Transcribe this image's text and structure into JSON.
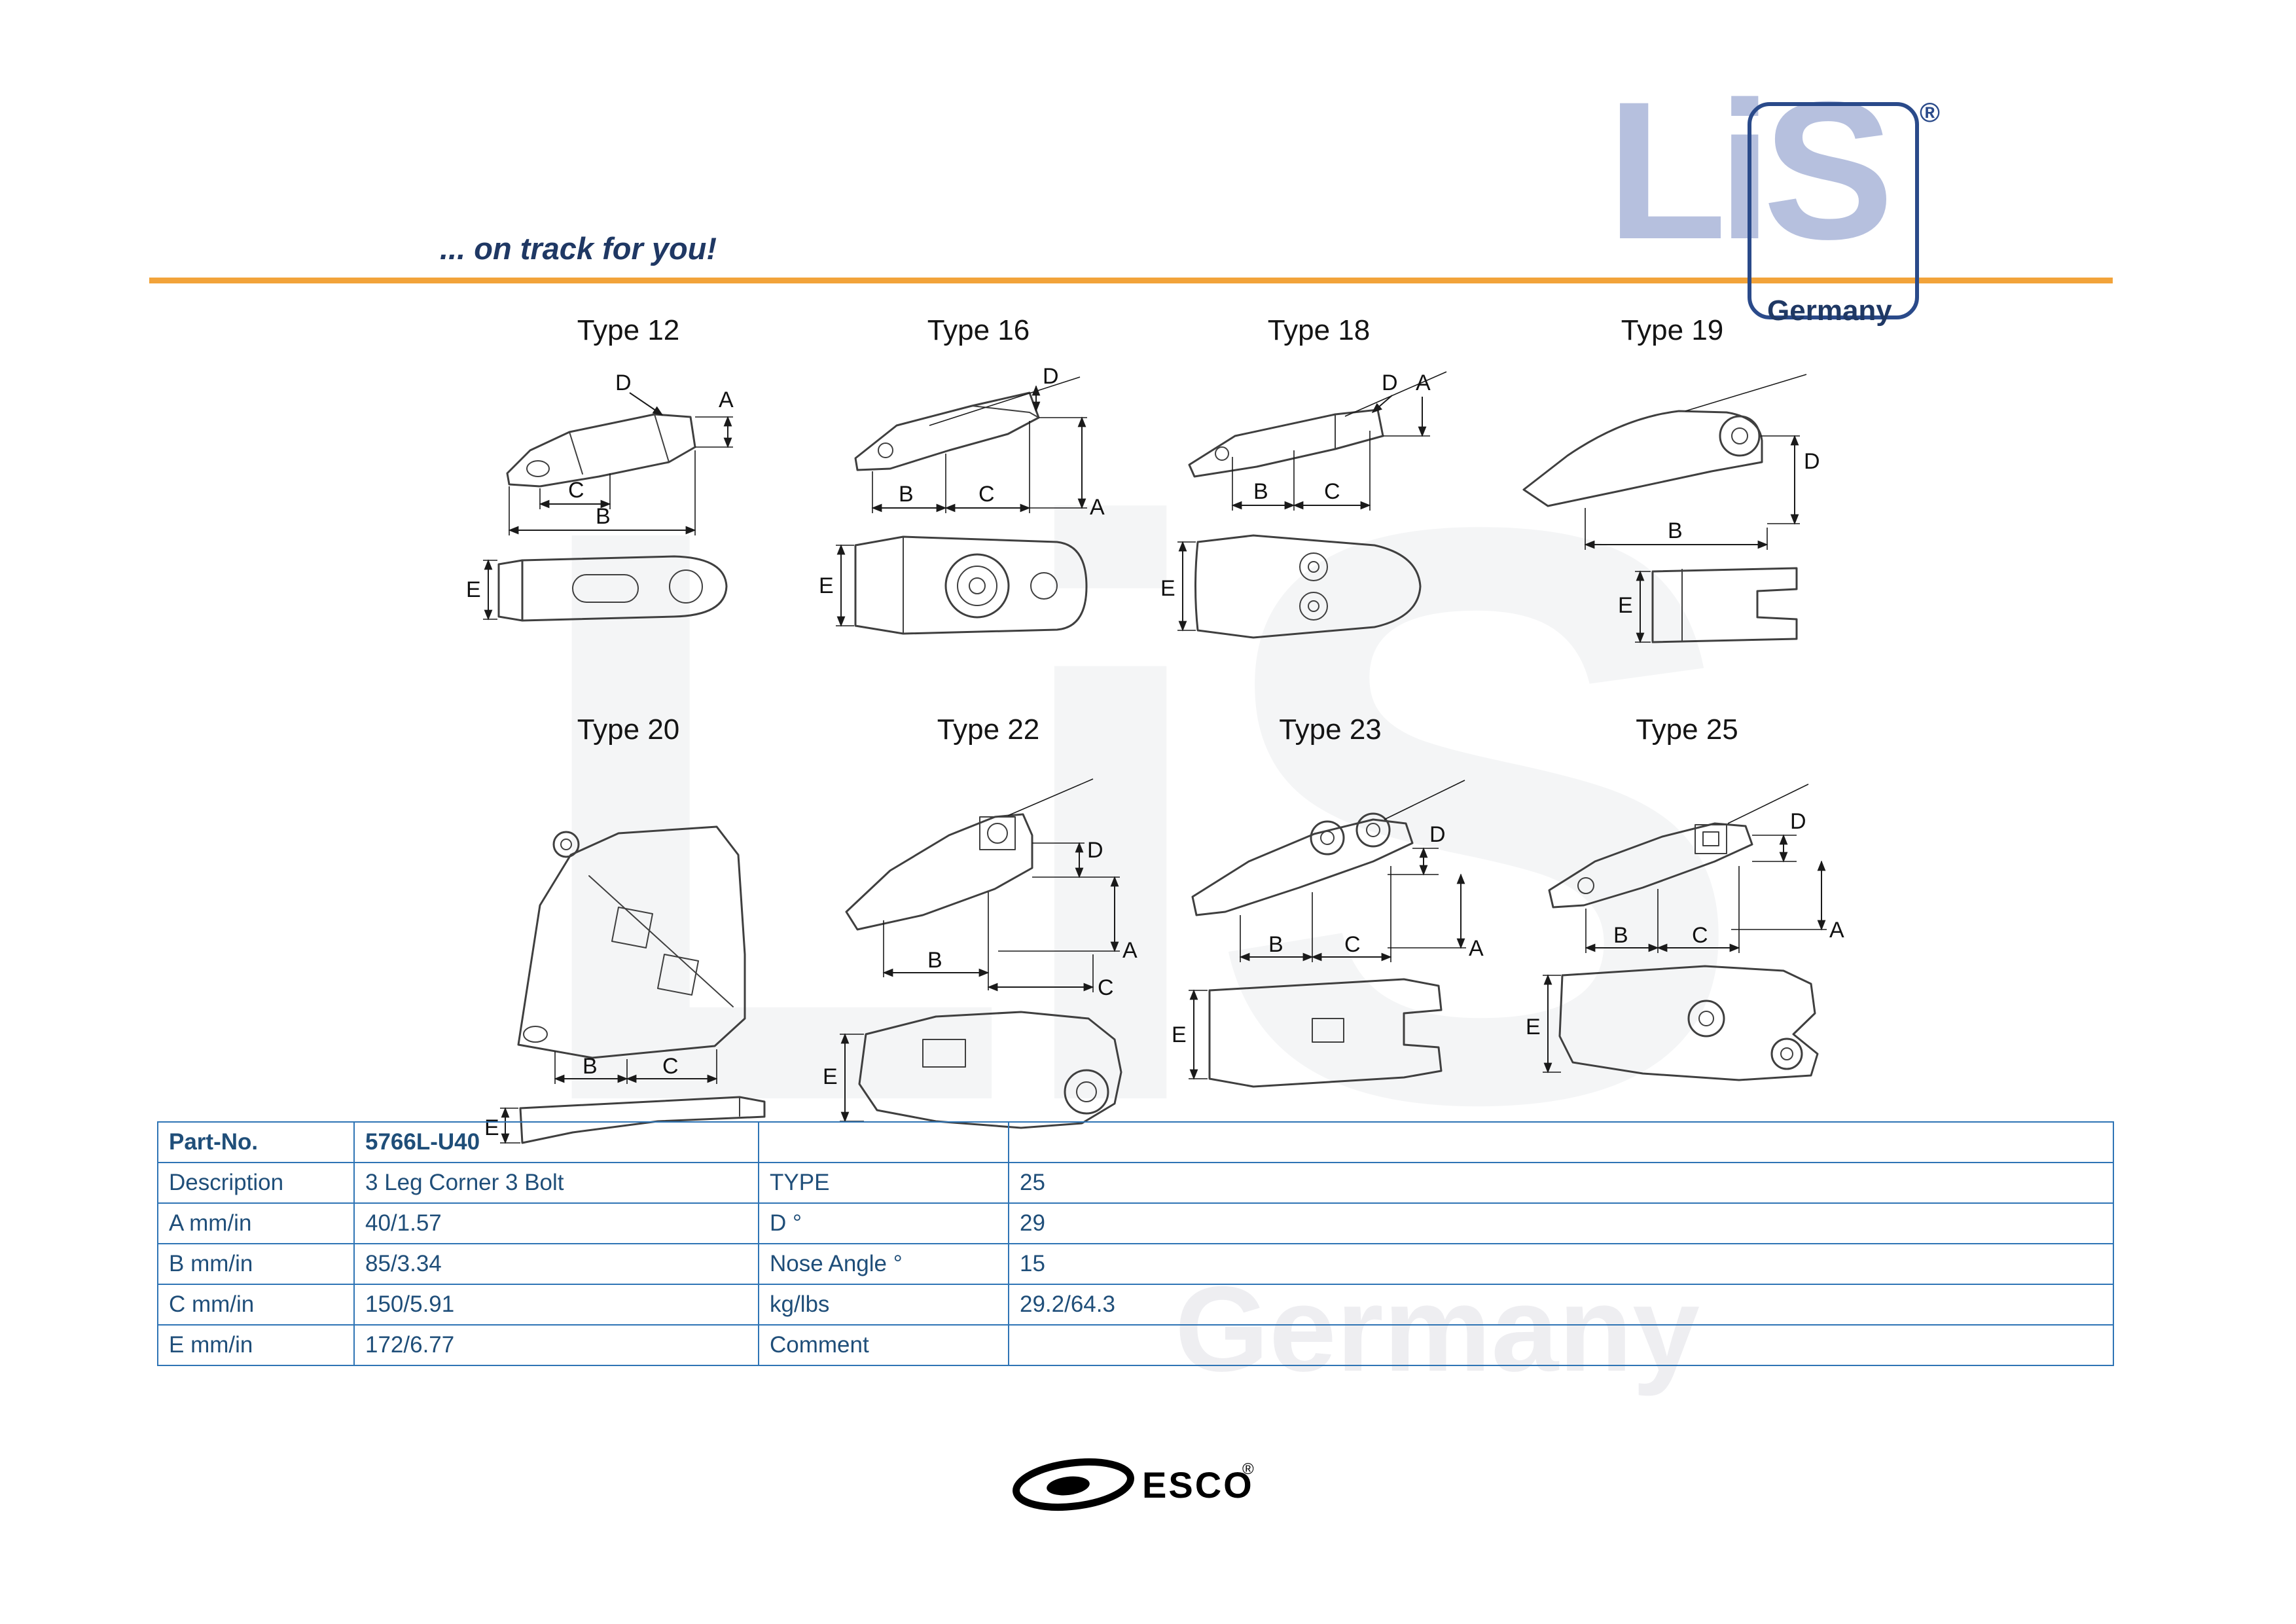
{
  "header": {
    "tagline": "... on track for you!",
    "logo": {
      "mark": "LiS",
      "registered": "®",
      "country": "Germany"
    }
  },
  "figures": [
    {
      "label": "Type 12",
      "dims": [
        "D",
        "A",
        "C",
        "B",
        "E"
      ]
    },
    {
      "label": "Type 16",
      "dims": [
        "D",
        "B",
        "C",
        "A",
        "E"
      ]
    },
    {
      "label": "Type 18",
      "dims": [
        "D",
        "A",
        "B",
        "C",
        "E"
      ]
    },
    {
      "label": "Type 19",
      "dims": [
        "D",
        "B",
        "E"
      ]
    },
    {
      "label": "Type 20",
      "dims": [
        "B",
        "C",
        "E"
      ]
    },
    {
      "label": "Type 22",
      "dims": [
        "D",
        "A",
        "B",
        "C",
        "E"
      ]
    },
    {
      "label": "Type 23",
      "dims": [
        "D",
        "A",
        "B",
        "C",
        "E"
      ]
    },
    {
      "label": "Type 25",
      "dims": [
        "D",
        "A",
        "B",
        "C",
        "E"
      ]
    }
  ],
  "table": {
    "rows": [
      {
        "cells": [
          "Part-No.",
          "5766L-U40",
          "",
          ""
        ]
      },
      {
        "cells": [
          "Description",
          "3 Leg Corner 3 Bolt",
          "TYPE",
          "25"
        ]
      },
      {
        "cells": [
          "A mm/in",
          "40/1.57",
          "D °",
          "29"
        ]
      },
      {
        "cells": [
          "B mm/in",
          "85/3.34",
          "Nose Angle °",
          "15"
        ]
      },
      {
        "cells": [
          "C mm/in",
          "150/5.91",
          "kg/lbs",
          "29.2/64.3"
        ]
      },
      {
        "cells": [
          "E mm/in",
          "172/6.77",
          "Comment",
          ""
        ]
      }
    ]
  },
  "footer": {
    "brand": "ESCO",
    "registered": "®"
  },
  "watermark": {
    "mark": "LiS",
    "country": "Germany"
  },
  "colors": {
    "accent_orange": "#F2A33A",
    "brand_blue": "#1F3864",
    "table_border": "#2E74B5",
    "table_text": "#1F4E79",
    "logo_fill": "#B6C0DE"
  }
}
